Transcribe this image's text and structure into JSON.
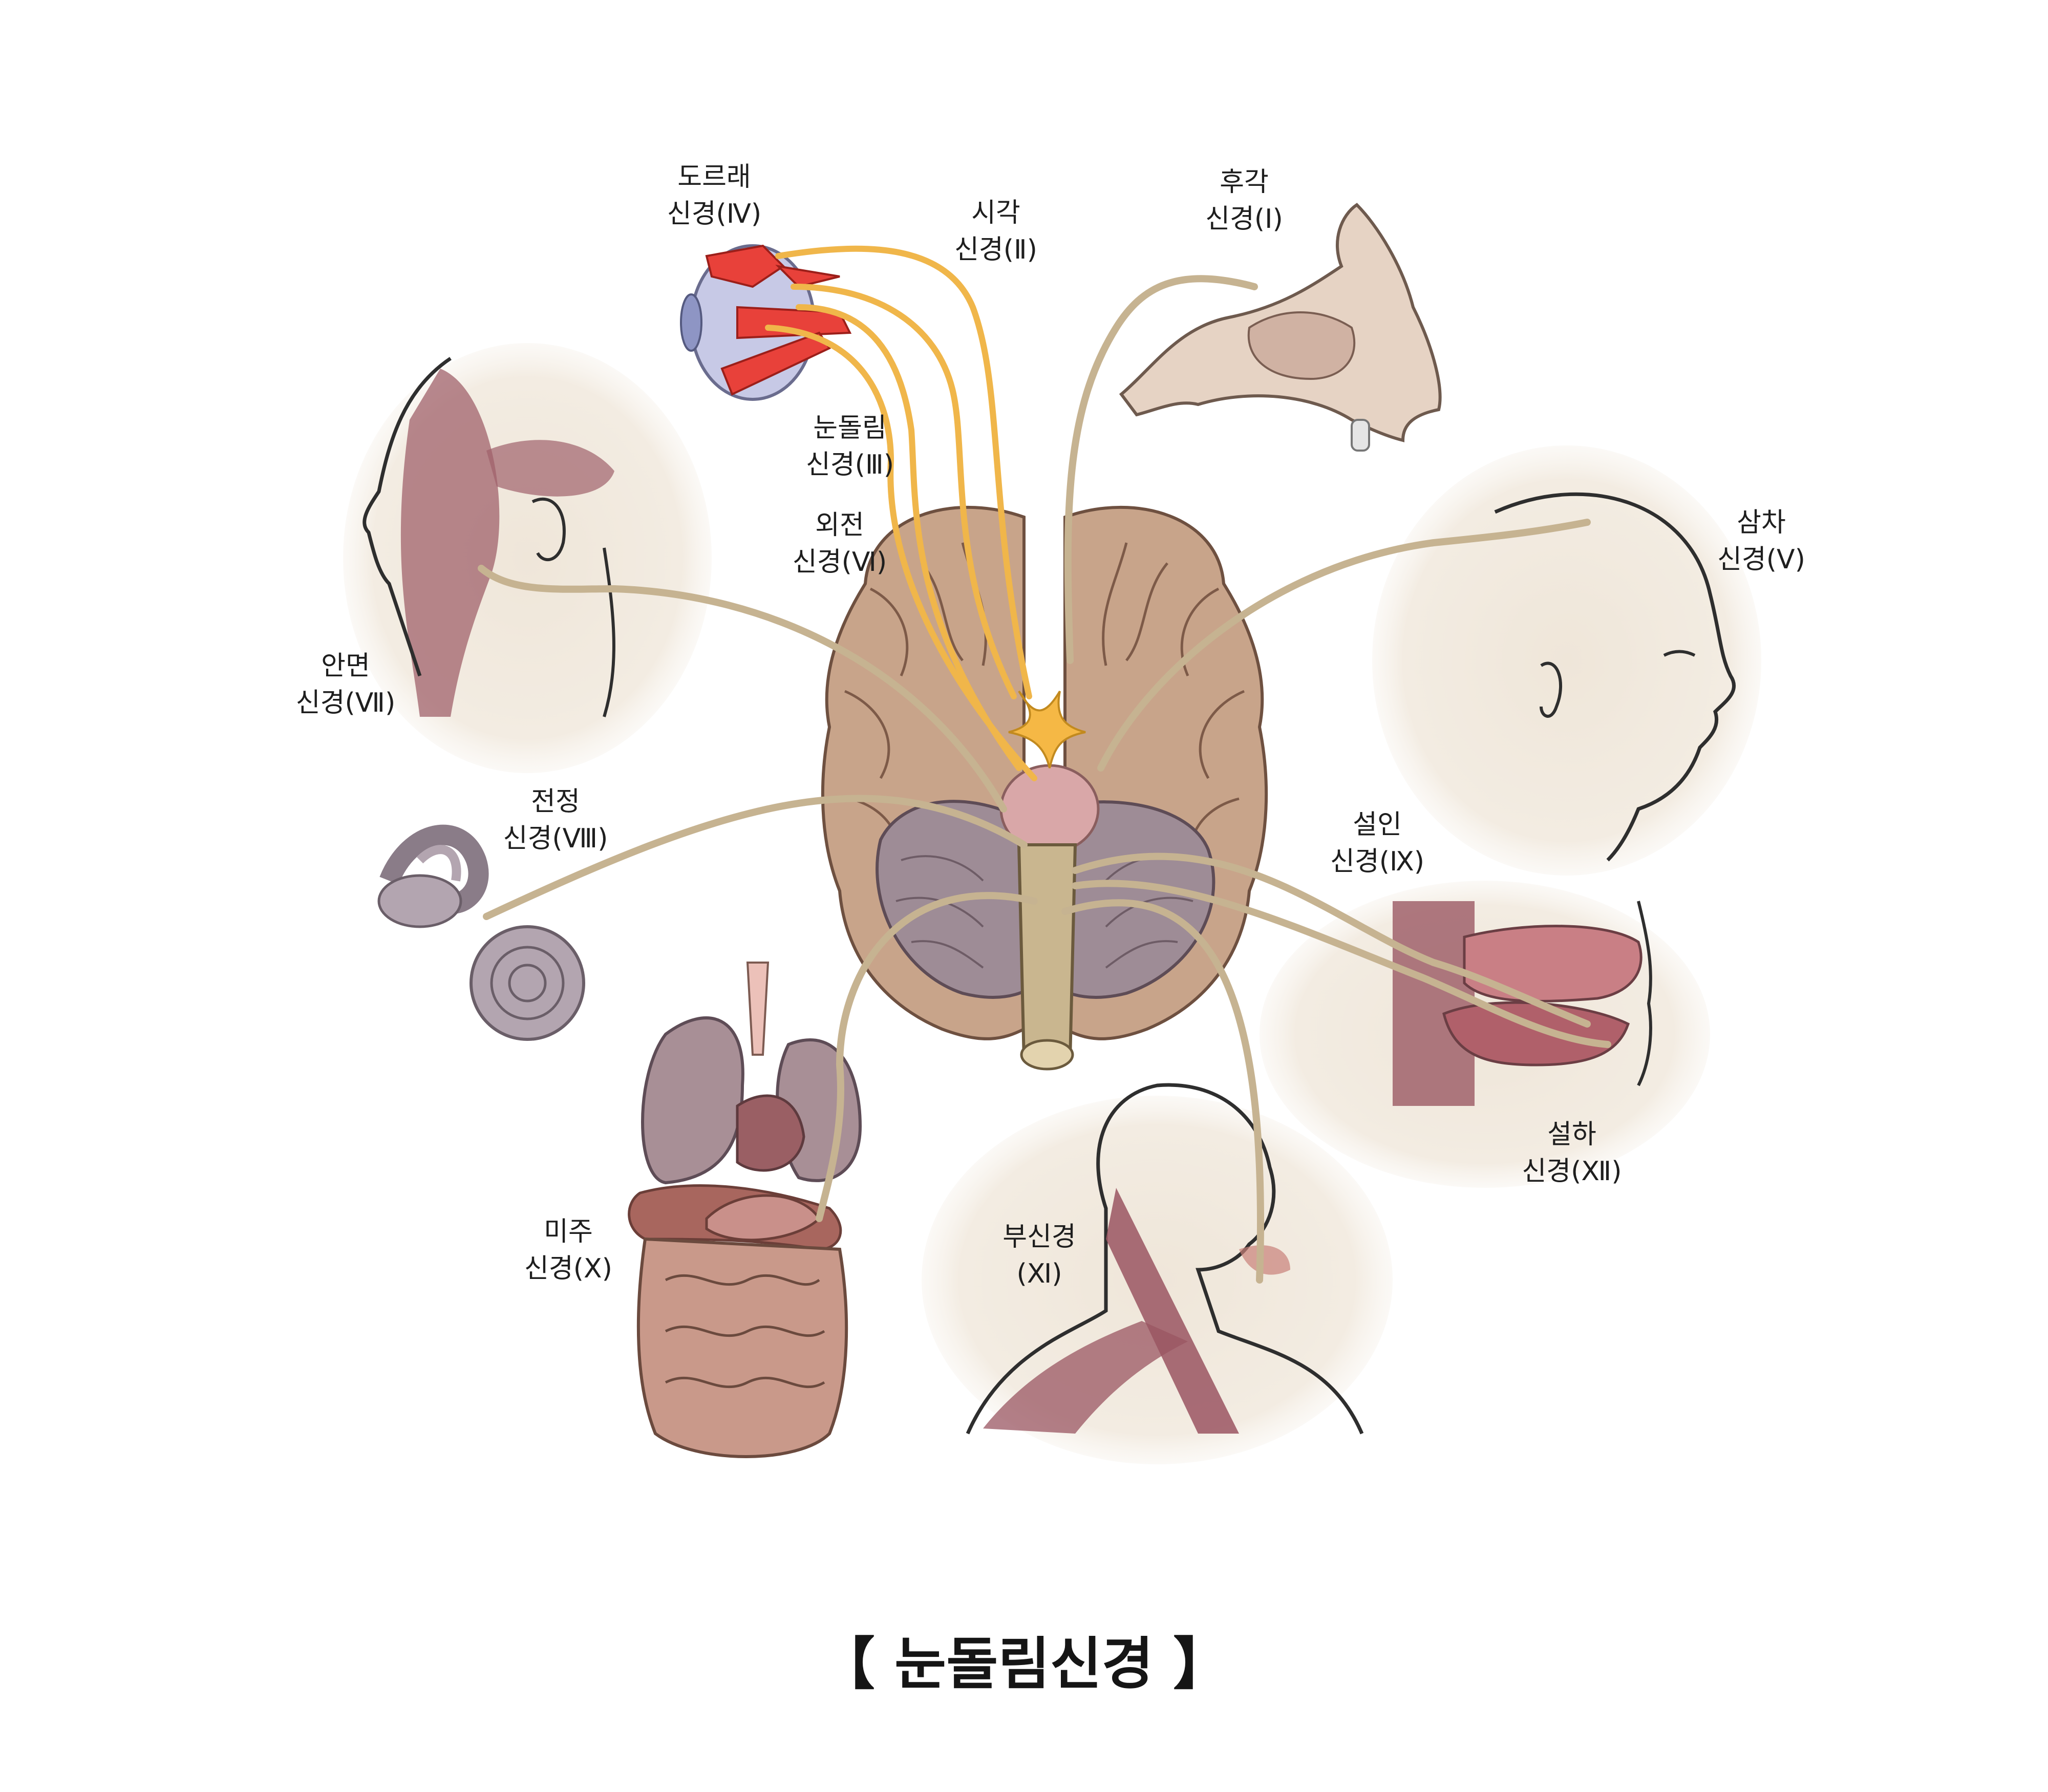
{
  "colors": {
    "nerve": "#c6b391",
    "optic_nerve": "#f0b64a",
    "eye_muscle": "#e8413a",
    "brain": "#c8a48a",
    "cerebellum": "#9e8c96",
    "muscle": "#8b4a54",
    "skin": "#efe6d9",
    "organ_pink": "#b88377"
  },
  "labels": {
    "trochlear": [
      "도르래",
      "신경(Ⅳ)"
    ],
    "optic": [
      "시각",
      "신경(Ⅱ)"
    ],
    "olfactory": [
      "후각",
      "신경(Ⅰ)"
    ],
    "oculomotor": [
      "눈돌림",
      "신경(Ⅲ)"
    ],
    "abducens": [
      "외전",
      "신경(Ⅵ)"
    ],
    "trigeminal": [
      "삼차",
      "신경(Ⅴ)"
    ],
    "facial": [
      "안면",
      "신경(Ⅶ)"
    ],
    "vestibular": [
      "전정",
      "신경(Ⅷ)"
    ],
    "glossopharyngeal": [
      "설인",
      "신경(Ⅸ)"
    ],
    "hypoglossal": [
      "설하",
      "신경(Ⅻ)"
    ],
    "vagus": [
      "미주",
      "신경(Ⅹ)"
    ],
    "accessory": [
      "부신경",
      "(Ⅺ)"
    ]
  },
  "title": "【 눈돌림신경 】"
}
